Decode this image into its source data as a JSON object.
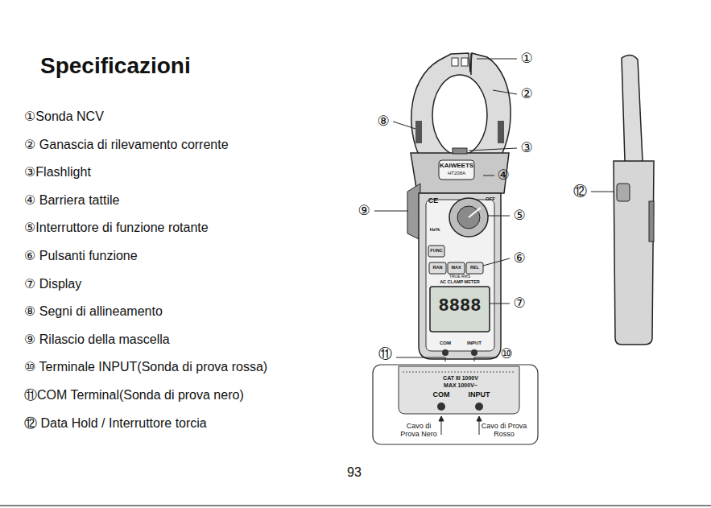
{
  "diagram": {
    "title": "Specificazioni",
    "labels": [
      "①Sonda NCV",
      "② Ganascia di rilevamento corrente",
      "③Flashlight",
      "④ Barriera tattile",
      "⑤Interruttore di funzione rotante",
      "⑥ Pulsanti funzione",
      "⑦ Display",
      "⑧ Segni di allineamento",
      "⑨ Rilascio della mascella",
      "⑩ Terminale INPUT(Sonda di prova rossa)",
      "⑪COM Terminal(Sonda di prova nero)",
      "⑫ Data Hold / Interruttore torcia",
      "①",
      "②",
      "③",
      "④",
      "⑤",
      "⑥",
      "⑦",
      "⑧",
      "⑨",
      "⑩",
      "⑪",
      "⑫",
      "KAIWEETS",
      "HT208A",
      "CE",
      "OFF",
      "FUNC",
      "RAN",
      "MAX",
      "REL",
      "TRUE RMS",
      "AC CLAMP METER",
      "8888",
      "COM",
      "INPUT",
      "CAT III 1000V",
      "MAX 1000V~",
      "COM",
      "INPUT",
      "Cavo di Prova Nero",
      "Cavo di Prova Rosso",
      "93",
      "Hz%"
    ]
  }
}
